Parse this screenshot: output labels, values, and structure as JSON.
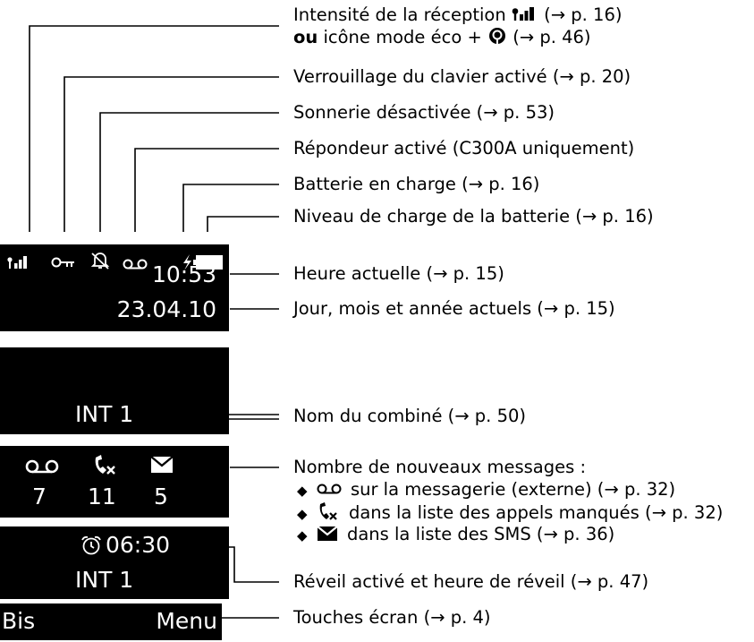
{
  "status_labels": {
    "reception_a": "Intensité de la réception",
    "reception_a_ref": "(→ p. 16)",
    "reception_b_bold": "ou",
    "reception_b": "icône mode éco +",
    "reception_b_ref": "(→ p. 46)",
    "keylock": "Verrouillage du clavier activé (→ p. 20)",
    "ringer_off": "Sonnerie désactivée (→ p. 53)",
    "answering_machine": "Répondeur activé (C300A uniquement)",
    "battery_charging": "Batterie en charge (→ p. 16)",
    "battery_level": "Niveau de charge de la batterie (→ p. 16)"
  },
  "display": {
    "time": "10:53",
    "date": "23.04.10",
    "handset_name": "INT 1",
    "counts": {
      "voicemail": "7",
      "missed_calls": "11",
      "sms": "5"
    },
    "alarm_time": "06:30",
    "alarm_handset_name": "INT 1",
    "softkey_left": "Bis",
    "softkey_right": "Menu"
  },
  "callout_labels": {
    "time": "Heure actuelle (→ p. 15)",
    "date": "Jour, mois et année actuels (→ p. 15)",
    "handset_name": "Nom du combiné (→ p. 50)",
    "new_messages": "Nombre de nouveaux messages :",
    "msg_voicemail": "sur la messagerie (externe) (→ p. 32)",
    "msg_missed": "dans la liste des appels manqués (→ p. 32)",
    "msg_sms": "dans la liste des SMS (→ p. 36)",
    "alarm": "Réveil activé et heure de réveil (→ p. 47)",
    "softkeys": "Touches écran (→ p. 4)"
  },
  "bullet_glyph": "◆"
}
